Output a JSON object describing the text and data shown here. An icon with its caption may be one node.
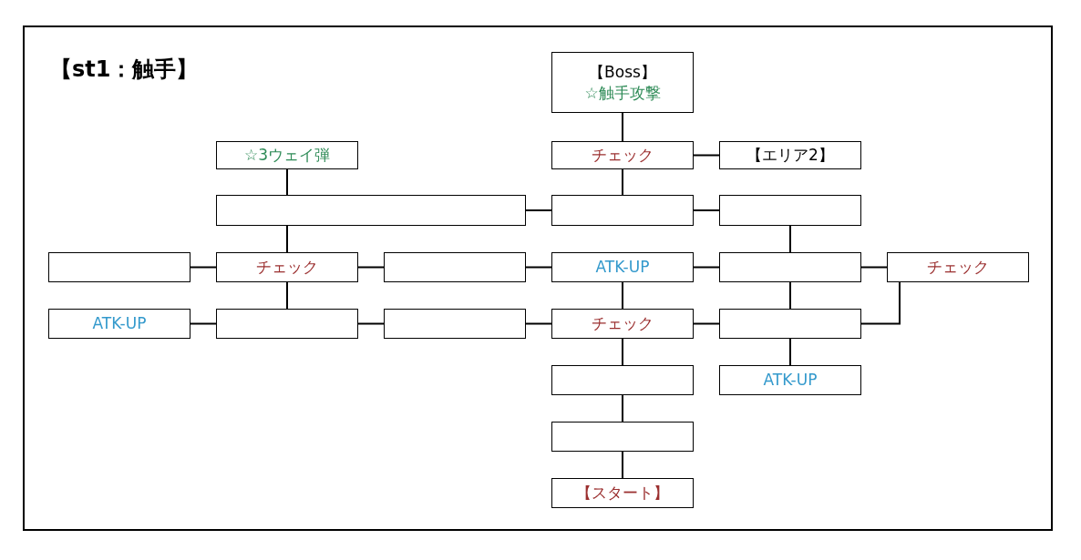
{
  "diagram": {
    "title": "【st1：触手】",
    "nodes": [
      {
        "text": [
          "【Boss】",
          "☆触手攻撃"
        ]
      },
      {
        "text": [
          "☆3ウェイ弾"
        ]
      },
      {
        "text": [
          "チェック"
        ]
      },
      {
        "text": [
          "【エリア2】"
        ]
      },
      {
        "text": [],
        "shape": "box"
      },
      {
        "text": [],
        "shape": "box"
      },
      {
        "text": [],
        "shape": "box"
      },
      {
        "text": [],
        "shape": "box"
      },
      {
        "text": [
          "チェック"
        ]
      },
      {
        "text": [],
        "shape": "box"
      },
      {
        "text": [
          "ATK-UP"
        ]
      },
      {
        "text": [],
        "shape": "box"
      },
      {
        "text": [
          "チェック"
        ]
      },
      {
        "text": [
          "ATK-UP"
        ]
      },
      {
        "text": [],
        "shape": "box"
      },
      {
        "text": [],
        "shape": "box"
      },
      {
        "text": [
          "チェック"
        ]
      },
      {
        "text": [],
        "shape": "box"
      },
      {
        "text": [],
        "shape": "box"
      },
      {
        "text": [
          "ATK-UP"
        ]
      },
      {
        "text": [],
        "shape": "box"
      },
      {
        "text": [
          "【スタート】"
        ]
      }
    ],
    "edges": [
      {
        "from": 0,
        "to": 2,
        "arrow": "none"
      },
      {
        "from": 2,
        "to": 3,
        "arrow": "none"
      },
      {
        "from": 1,
        "to": 4,
        "arrow": "none"
      },
      {
        "from": 2,
        "to": 5,
        "arrow": "none"
      },
      {
        "from": 4,
        "to": 5,
        "arrow": "none"
      },
      {
        "from": 5,
        "to": 6,
        "arrow": "none"
      },
      {
        "from": 4,
        "to": 8,
        "arrow": "none"
      },
      {
        "from": 6,
        "to": 11,
        "arrow": "none"
      },
      {
        "from": 7,
        "to": 8,
        "arrow": "none"
      },
      {
        "from": 8,
        "to": 9,
        "arrow": "none"
      },
      {
        "from": 9,
        "to": 10,
        "arrow": "none"
      },
      {
        "from": 10,
        "to": 11,
        "arrow": "none"
      },
      {
        "from": 11,
        "to": 12,
        "arrow": "none"
      },
      {
        "from": 8,
        "to": 14,
        "arrow": "none"
      },
      {
        "from": 10,
        "to": 16,
        "arrow": "none"
      },
      {
        "from": 11,
        "to": 17,
        "arrow": "none"
      },
      {
        "from": 13,
        "to": 14,
        "arrow": "none"
      },
      {
        "from": 14,
        "to": 15,
        "arrow": "none"
      },
      {
        "from": 15,
        "to": 16,
        "arrow": "none"
      },
      {
        "from": 16,
        "to": 17,
        "arrow": "none"
      },
      {
        "from": 12,
        "to": 17,
        "arrow": "none"
      },
      {
        "from": 16,
        "to": 18,
        "arrow": "none"
      },
      {
        "from": 17,
        "to": 19,
        "arrow": "none"
      },
      {
        "from": 18,
        "to": 20,
        "arrow": "none"
      },
      {
        "from": 20,
        "to": 21,
        "arrow": "none"
      }
    ]
  }
}
